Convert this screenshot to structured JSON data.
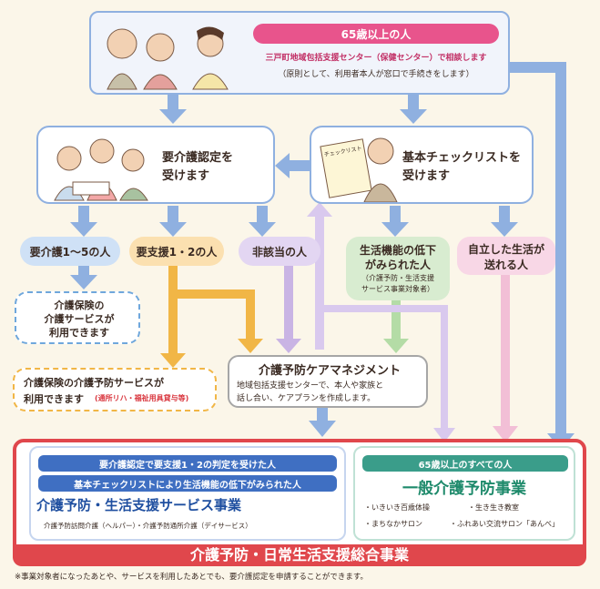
{
  "top": {
    "age_label": "65歳以上の人",
    "consult": "三戸町地域包括支援センター（保健センター）で相談します",
    "principle": "（原則として、利用者本人が窓口で手続きをします）"
  },
  "certification": {
    "title_line1": "要介護認定を",
    "title_line2": "受けます"
  },
  "checklist": {
    "title_line1": "基本チェックリストを",
    "title_line2": "受けます",
    "sheet_label": "チェックリスト"
  },
  "results": {
    "care1to5": "要介護1〜5の人",
    "support12": "要支援1・2の人",
    "not_applicable": "非該当の人",
    "decline_line1": "生活機能の低下",
    "decline_line2": "がみられた人",
    "decline_note1": "（介護予防・生活支援",
    "decline_note2": "サービス事業対象者）",
    "independent_line1": "自立した生活が",
    "independent_line2": "送れる人"
  },
  "care_service": {
    "line1": "介護保険の",
    "line2": "介護サービスが",
    "line3": "利用できます"
  },
  "prevention_service": {
    "line1": "介護保険の介護予防サービスが",
    "line2": "利用できます",
    "note": "(通所リハ・福祉用具貸与等)"
  },
  "care_management": {
    "title": "介護予防ケアマネジメント",
    "desc1": "地域包括支援センターで、本人や家族と",
    "desc2": "話し合い、ケアプランを作成します。"
  },
  "comprehensive": {
    "left_tag1": "要介護認定で要支援1・2の判定を受けた人",
    "left_tag2": "基本チェックリストにより生活機能の低下がみられた人",
    "left_title": "介護予防・生活支援サービス事業",
    "left_items": "介護予防訪問介護（ヘルパー）・介護予防通所介護（デイサービス）",
    "right_tag": "65歳以上のすべての人",
    "right_title": "一般介護予防事業",
    "right_items": [
      "・いきいき百歳体操",
      "・生き生き教室",
      "・まちなかサロン",
      "・ふれあい交流サロン「あんべ」"
    ],
    "footer_title": "介護予防・日常生活支援総合事業"
  },
  "footnote": "※事業対象者になったあとや、サービスを利用したあとでも、要介護認定を申請することができます。",
  "colors": {
    "arrow_blue": "#8fb0e0",
    "arrow_purple": "#c9b4e4",
    "arrow_green": "#a9d49a",
    "arrow_orange": "#f1b646",
    "pink_header": "#e8548c",
    "red_frame": "#e0474c",
    "blue_tag": "#3f6fc2",
    "teal_tag": "#3a9d8a",
    "title_blue": "#1f4fa0",
    "title_green": "#1e8a6b"
  }
}
